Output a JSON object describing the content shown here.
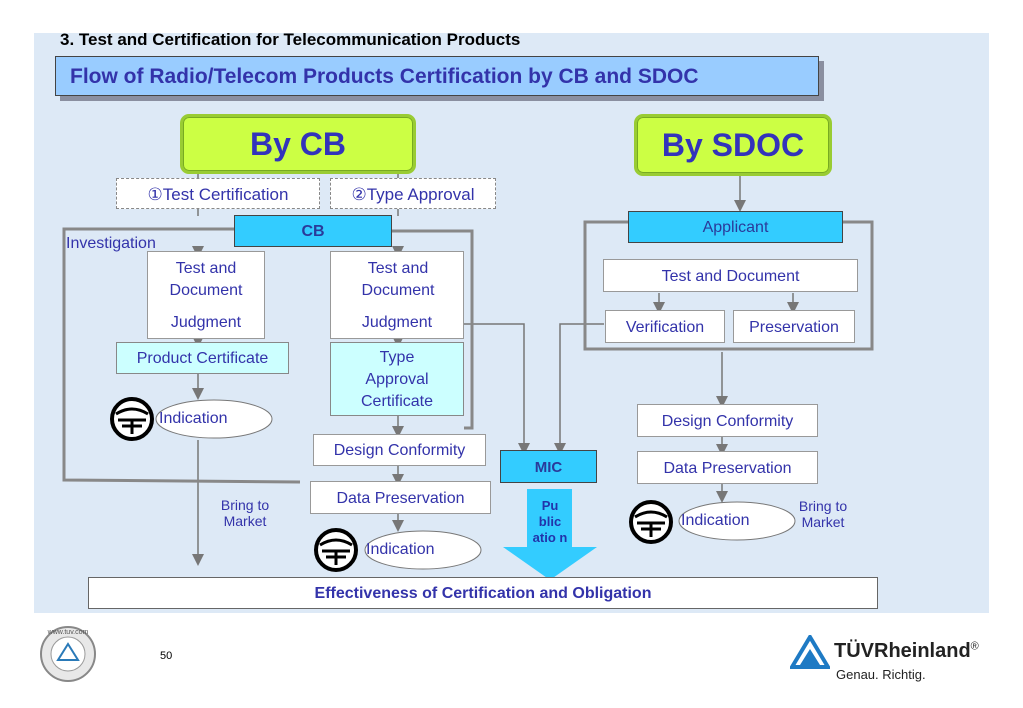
{
  "header": {
    "heading": "3. Test and Certification for Telecommunication Products"
  },
  "title": "Flow of Radio/Telecom Products Certification by CB and SDOC",
  "cb": {
    "label": "By CB",
    "test_certification": "①Test Certification",
    "type_approval": "②Type Approval",
    "cb_box": "CB",
    "investigation": "Investigation",
    "left": {
      "test_doc": "Test and Document",
      "judgment": "Judgment",
      "product_certificate": "Product Certificate",
      "indication": "Indication",
      "bring_to_market": "Bring to Market"
    },
    "right": {
      "test_doc": "Test and Document",
      "judgment": "Judgment",
      "type_approval_certificate": "Type Approval Certificate",
      "design_conformity": "Design Conformity",
      "data_preservation": "Data Preservation",
      "indication": "Indication"
    }
  },
  "mic": {
    "label": "MIC",
    "publication": "Pu blic atio n"
  },
  "sdoc": {
    "label": "By SDOC",
    "applicant": "Applicant",
    "test_doc": "Test and Document",
    "verification": "Verification",
    "preservation": "Preservation",
    "design_conformity": "Design Conformity",
    "data_preservation": "Data Preservation",
    "indication": "Indication",
    "bring_to_market": "Bring to Market"
  },
  "footer": {
    "effectiveness": "Effectiveness of Certification and Obligation",
    "page_number": "50",
    "brand_name": "TÜVRheinland",
    "brand_reg": "®",
    "brand_tagline": "Genau. Richtig.",
    "seal_text": "www.tuv.com"
  },
  "colors": {
    "panel": "#dde9f6",
    "title_bg": "#99ccff",
    "cb_box": "#33ccff",
    "big_box": "#ccff44",
    "arrow_blue": "#33ccff",
    "text_blue": "#3333aa"
  }
}
